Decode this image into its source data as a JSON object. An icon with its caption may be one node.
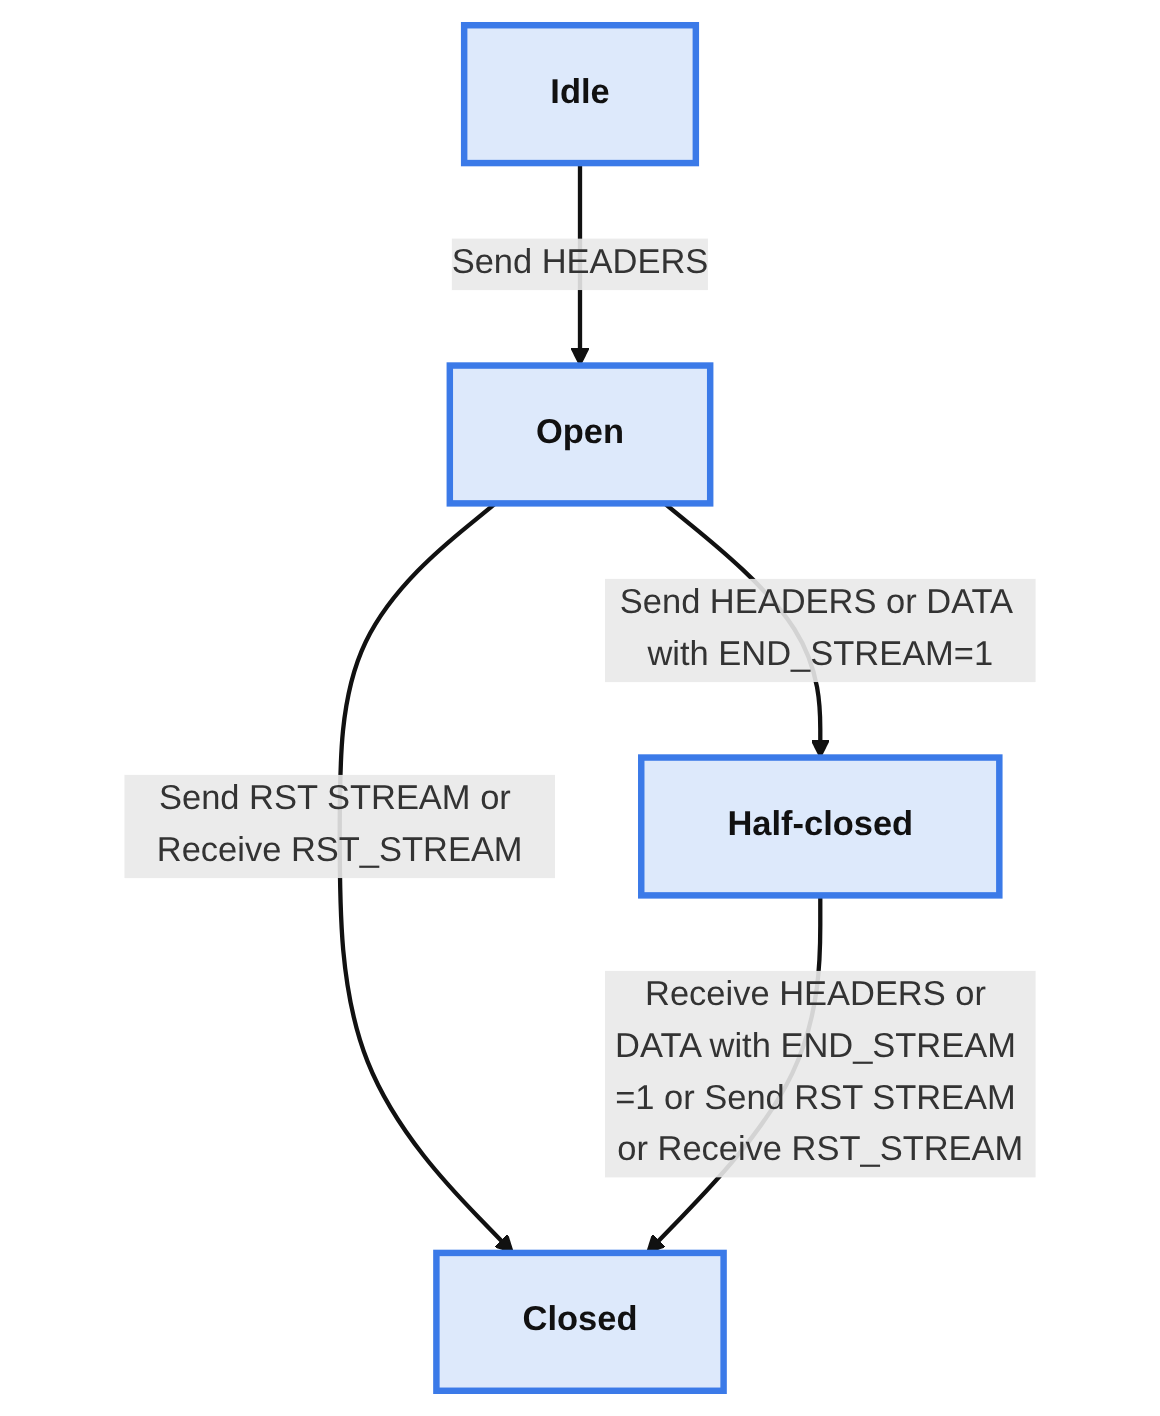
{
  "diagram": {
    "nodes": [
      {
        "text": [
          "Idle"
        ]
      },
      {
        "text": [
          "Open"
        ]
      },
      {
        "text": [
          "Half-closed"
        ]
      },
      {
        "text": [
          "Closed"
        ]
      }
    ],
    "edges": [
      {
        "from": 0,
        "to": 1,
        "arrow": "to",
        "label": "Send HEADERS"
      },
      {
        "from": 1,
        "to": 2,
        "arrow": "to",
        "label": "Send HEADERS or DATA with END_STREAM=1"
      },
      {
        "from": 1,
        "to": 3,
        "arrow": "to",
        "label": "Send RST STREAM or Receive RST_STREAM"
      },
      {
        "from": 2,
        "to": 3,
        "arrow": "to",
        "label": "Receive HEADERS or DATA with END_STREAM =1 or Send RST STREAM or Receive RST_STREAM"
      }
    ]
  }
}
